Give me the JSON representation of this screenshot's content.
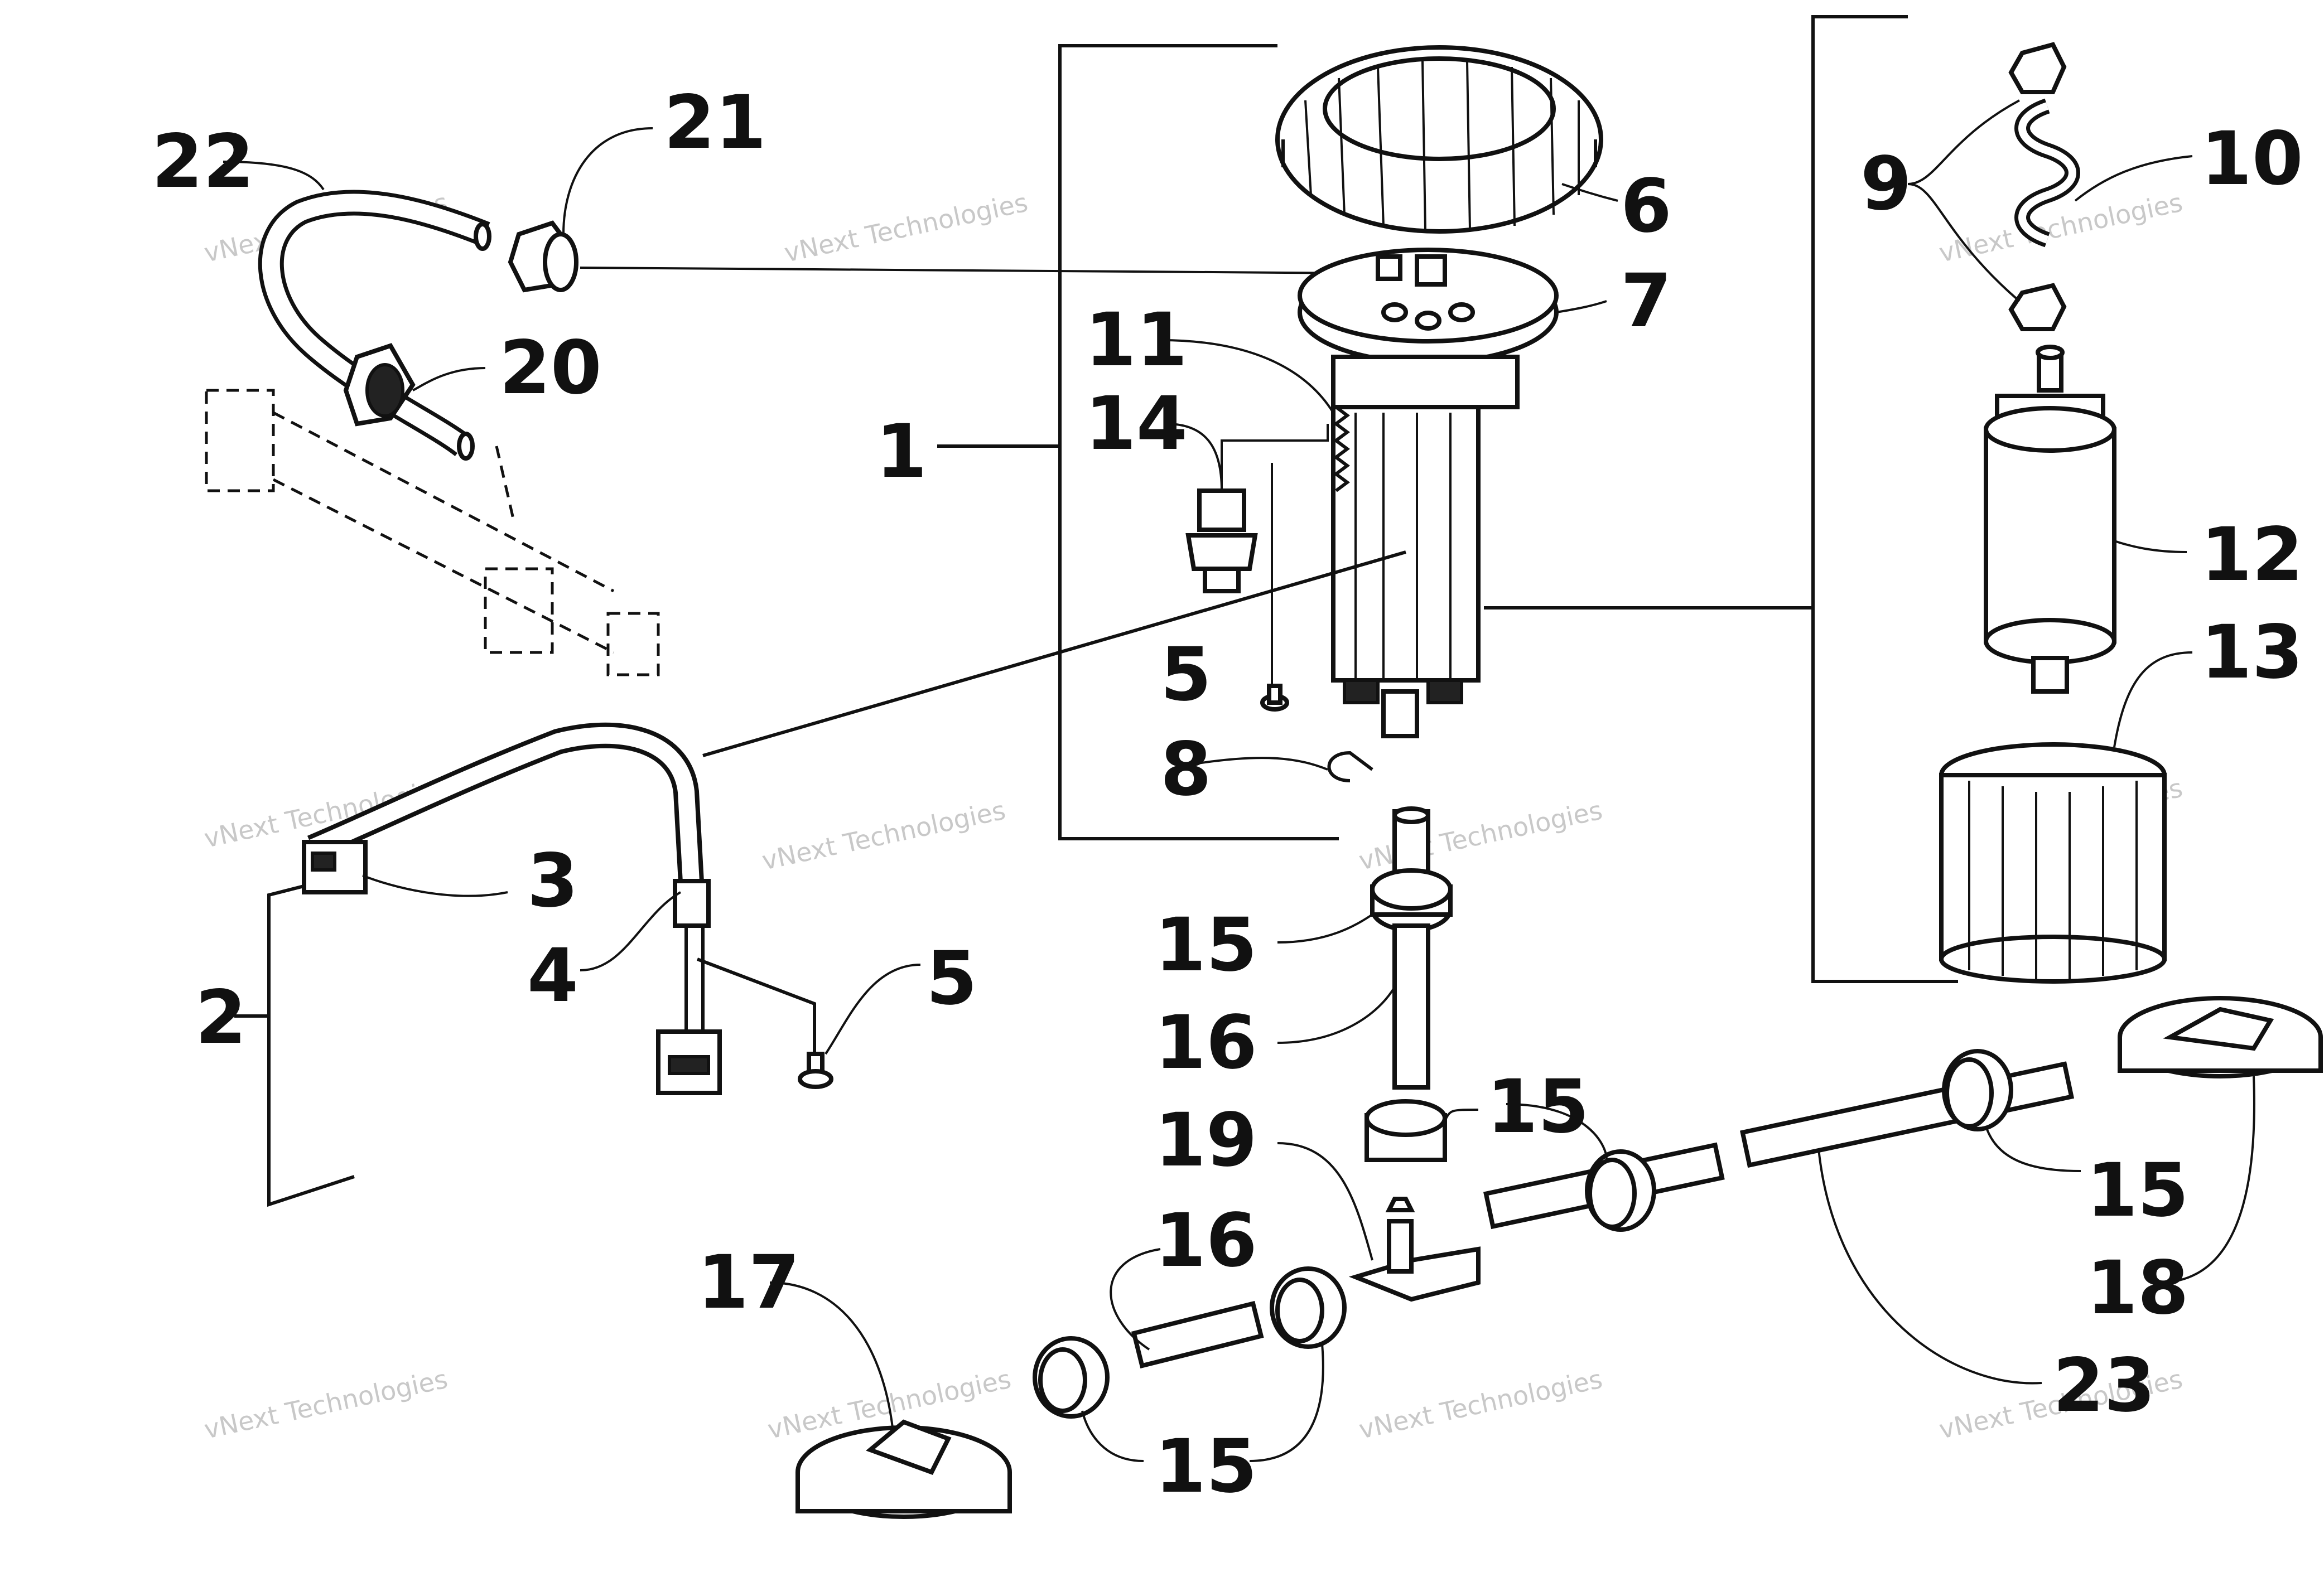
{
  "diagram": {
    "watermark": {
      "line1": "vNext Technologies",
      "line2": "vNext\nTechnologies"
    },
    "callouts": [
      {
        "id": "c22",
        "label": "22"
      },
      {
        "id": "c21",
        "label": "21"
      },
      {
        "id": "c20",
        "label": "20"
      },
      {
        "id": "c6",
        "label": "6"
      },
      {
        "id": "c7",
        "label": "7"
      },
      {
        "id": "c11",
        "label": "11"
      },
      {
        "id": "c14",
        "label": "14"
      },
      {
        "id": "c1",
        "label": "1"
      },
      {
        "id": "c5a",
        "label": "5"
      },
      {
        "id": "c8",
        "label": "8"
      },
      {
        "id": "c9",
        "label": "9"
      },
      {
        "id": "c10",
        "label": "10"
      },
      {
        "id": "c12",
        "label": "12"
      },
      {
        "id": "c13",
        "label": "13"
      },
      {
        "id": "c3",
        "label": "3"
      },
      {
        "id": "c4",
        "label": "4"
      },
      {
        "id": "c2",
        "label": "2"
      },
      {
        "id": "c5b",
        "label": "5"
      },
      {
        "id": "c15a",
        "label": "15"
      },
      {
        "id": "c16a",
        "label": "16"
      },
      {
        "id": "c15b",
        "label": "15"
      },
      {
        "id": "c19",
        "label": "19"
      },
      {
        "id": "c16b",
        "label": "16"
      },
      {
        "id": "c17",
        "label": "17"
      },
      {
        "id": "c15c",
        "label": "15"
      },
      {
        "id": "c15d",
        "label": "15"
      },
      {
        "id": "c18",
        "label": "18"
      },
      {
        "id": "c23",
        "label": "23"
      }
    ]
  }
}
